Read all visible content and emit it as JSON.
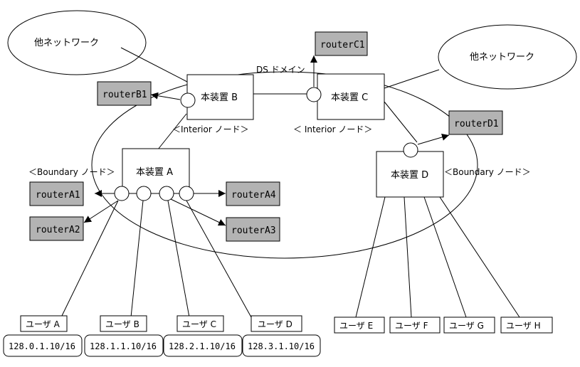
{
  "title": "DS ドメイン",
  "other_networks": [
    "他ネットワーク",
    "他ネットワーク"
  ],
  "devices": {
    "a": "本装置 A",
    "b": "本装置 B",
    "c": "本装置 C",
    "d": "本装置 D"
  },
  "node_labels": {
    "interior_b": "＜Interior ノード＞",
    "interior_c": "＜ Interior ノード＞",
    "boundary_a": "＜Boundary ノード＞",
    "boundary_d": "＜Boundary ノード＞"
  },
  "routers": {
    "A1": "routerA1",
    "A2": "routerA2",
    "A3": "routerA3",
    "A4": "routerA4",
    "B1": "routerB1",
    "C1": "routerC1",
    "D1": "routerD1"
  },
  "users": {
    "A": "ユーザ A",
    "B": "ユーザ B",
    "C": "ユーザ C",
    "D": "ユーザ D",
    "E": "ユーザ E",
    "F": "ユーザ F",
    "G": "ユーザ G",
    "H": "ユーザ H"
  },
  "addresses": [
    "128.0.1.10/16",
    "128.1.1.10/16",
    "128.2.1.10/16",
    "128.3.1.10/16"
  ],
  "colors": {
    "router_fill": "#b3b3b3",
    "stroke": "#000000",
    "background": "#ffffff"
  }
}
